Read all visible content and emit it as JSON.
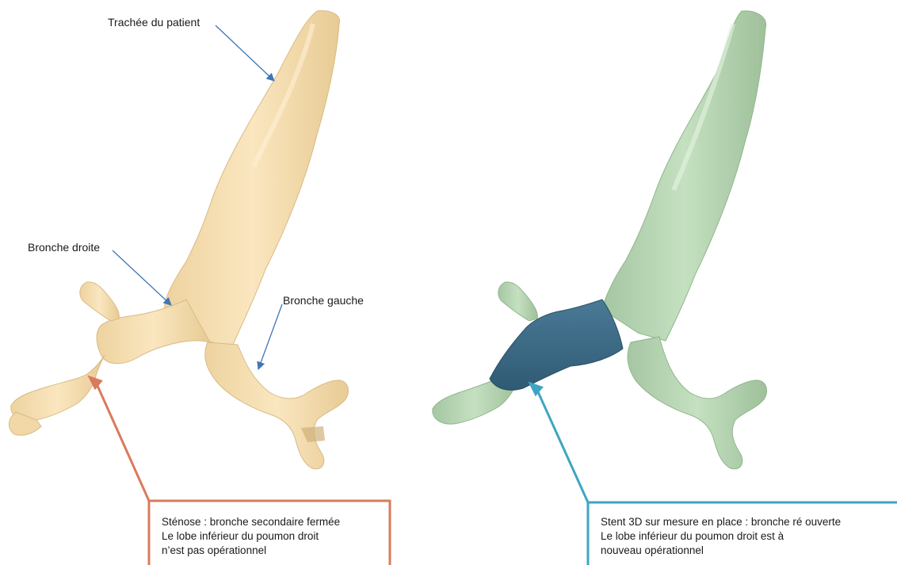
{
  "colors": {
    "trachea_fill": "#f7dfb0",
    "trachea_shadow": "#dcc08a",
    "stent_model_fill": "#b5d4b1",
    "stent_model_shadow": "#8fb38c",
    "stent_fill": "#3d6b86",
    "arrow_blue": "#3f77b7",
    "callout_orange": "#d97a5c",
    "callout_teal": "#3ea5c3"
  },
  "left_panel": {
    "label_trachea": "Trachée du patient",
    "label_right_bronchus": "Bronche droite",
    "label_left_bronchus": "Bronche gauche",
    "caption_lines": [
      "Sténose : bronche secondaire fermée",
      "Le lobe inférieur du poumon droit",
      "n’est pas opérationnel"
    ]
  },
  "right_panel": {
    "caption_lines": [
      "Stent 3D sur mesure en place : bronche ré ouverte",
      "Le lobe inférieur du poumon droit est à",
      "nouveau opérationnel"
    ]
  }
}
